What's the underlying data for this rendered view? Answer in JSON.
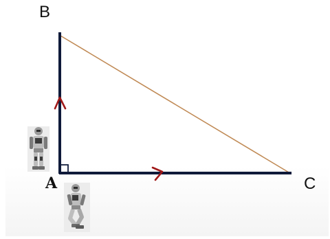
{
  "diagram": {
    "vertices": {
      "a": {
        "label": "A"
      },
      "b": {
        "label": "B"
      },
      "c": {
        "label": "C"
      }
    },
    "colors": {
      "leg": "#0f1a3a",
      "hypotenuse": "#c08a55",
      "arrow": "#a01818",
      "robot_body": "#b9b9b9",
      "robot_dark": "#3a3a3a"
    },
    "icons": {
      "standing_robot": "standing-robot-icon",
      "walking_robot": "walking-robot-icon",
      "right_angle": "right-angle-marker"
    }
  }
}
